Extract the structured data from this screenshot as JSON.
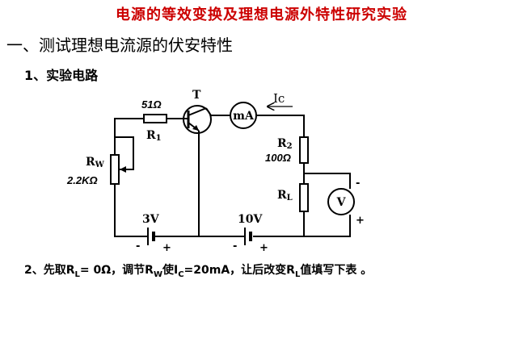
{
  "title": "电源的等效变换及理想电源外特性研究实验",
  "section_heading": "一、测试理想电流源的伏安特性",
  "subsection": "1、实验电路",
  "circuit": {
    "r1_value": "51Ω",
    "r1_name": "R",
    "r1_sub": "1",
    "transistor_label": "T",
    "ammeter_label": "mA",
    "current_label": "Ic",
    "rw_name": "R",
    "rw_sub": "W",
    "rw_value": "2.2KΩ",
    "r2_name": "R",
    "r2_sub": "2",
    "r2_value": "100Ω",
    "rl_name": "R",
    "rl_sub": "L",
    "voltmeter_label": "V",
    "volt_minus": "-",
    "volt_plus": "+",
    "battery1_label": "3V",
    "battery1_minus": "-",
    "battery1_plus": "+",
    "battery2_label": "10V",
    "battery2_minus": "-",
    "battery2_plus": "+"
  },
  "note": {
    "p1": "2、先取R",
    "s1": "L",
    "p2": "= 0Ω，调节R",
    "s2": "W",
    "p3": "使I",
    "s3": "C",
    "p4": "=20mA，让后改变R",
    "s4": "L",
    "p5": "值填写下表 。"
  }
}
